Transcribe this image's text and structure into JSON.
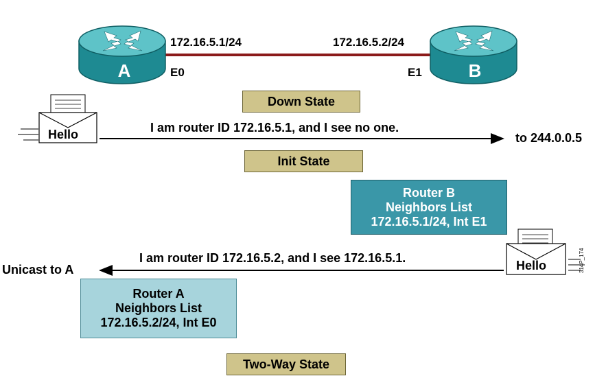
{
  "routers": {
    "a": {
      "name": "A",
      "ip": "172.16.5.1/24",
      "interface": "E0"
    },
    "b": {
      "name": "B",
      "ip": "172.16.5.2/24",
      "interface": "E1"
    }
  },
  "states": {
    "down": "Down State",
    "init": "Init State",
    "two_way": "Two-Way State"
  },
  "messages": {
    "hello_a": {
      "envelope_label": "Hello",
      "text": "I am router ID 172.16.5.1, and I see no one.",
      "destination": "to 244.0.0.5"
    },
    "hello_b": {
      "envelope_label": "Hello",
      "text": "I am router ID 172.16.5.2, and I see 172.16.5.1.",
      "destination": "Unicast to A"
    }
  },
  "neighbor_lists": {
    "b": {
      "title": "Router B",
      "subtitle": "Neighbors List",
      "entry": "172.16.5.1/24, Int E1",
      "color": "#3a97a8"
    },
    "a": {
      "title": "Router A",
      "subtitle": "Neighbors List",
      "entry": "172.16.5.2/24, Int E0",
      "color": "#a7d4dc"
    }
  },
  "figure_code": "314P_174",
  "colors": {
    "router_top": "#5ec3c8",
    "router_side": "#1e8a92",
    "link": "#8b1a1a",
    "state_box": "#cfc48b"
  }
}
